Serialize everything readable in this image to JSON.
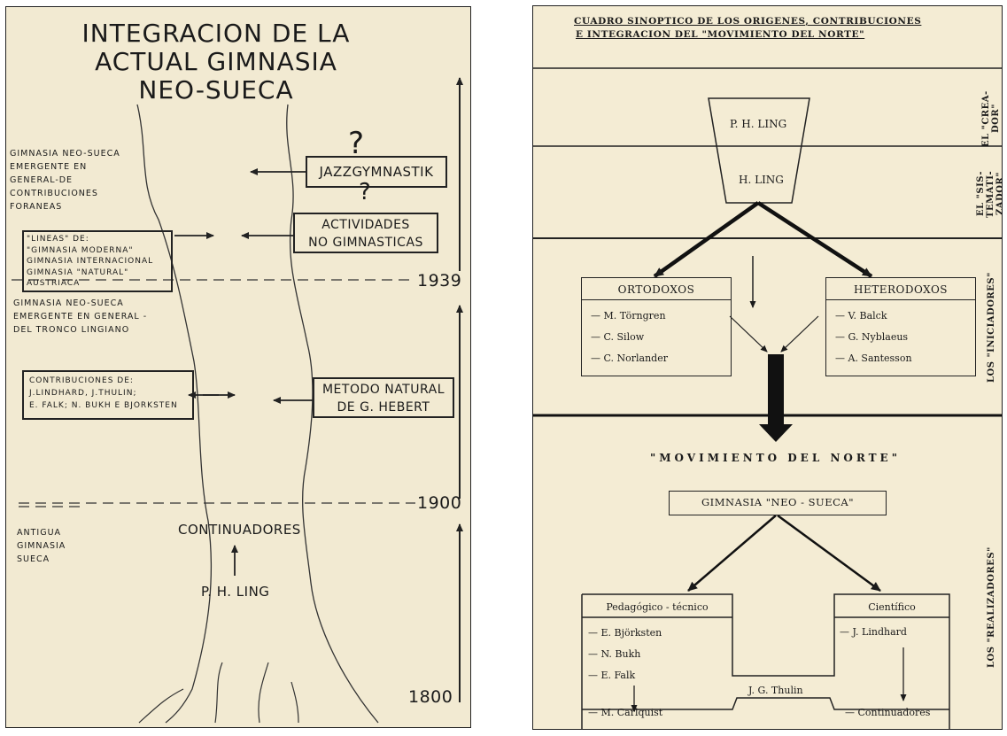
{
  "left": {
    "title": [
      "INTEGRACION DE LA",
      "ACTUAL GIMNASIA",
      "NEO-SUECA"
    ],
    "side_top": [
      "GIMNASIA NEO-SUECA",
      "EMERGENTE EN",
      "GENERAL-DE",
      "CONTRIBUCIONES",
      "FORANEAS"
    ],
    "box_lineas": [
      "\"LINEAS\" DE:",
      "\"GIMNASIA MODERNA\"",
      "GIMNASIA INTERNACIONAL",
      "GIMNASIA \"NATURAL\"",
      "AUSTRIACA"
    ],
    "side_mid": [
      "GIMNASIA NEO-SUECA",
      "EMERGENTE EN GENERAL -",
      "DEL TRONCO LINGIANO"
    ],
    "box_contrib": [
      "CONTRIBUCIONES DE:",
      "J.LINDHARD,    J.THULIN;",
      "E. FALK; N. BUKH   E BJORKSTEN"
    ],
    "side_bottom": [
      "ANTIGUA",
      "GIMNASIA",
      "SUECA"
    ],
    "jazz": "JAZZGYMNASTIK",
    "question": "?",
    "actividades": [
      "ACTIVIDADES",
      "NO GIMNASTICAS"
    ],
    "metodo": [
      "METODO NATURAL",
      "DE G. HEBERT"
    ],
    "continuadores": "CONTINUADORES",
    "ling": "P. H. LING",
    "years": {
      "y1939": "1939",
      "y1900": "1900",
      "y1800": "1800"
    }
  },
  "right": {
    "header": [
      "CUADRO SINOPTICO DE LOS ORIGENES, CONTRIBUCIONES",
      "E INTEGRACION DEL \"MOVIMIENTO DEL NORTE\""
    ],
    "creator_top": "P. H. LING",
    "creator_bottom": "H. LING",
    "ortodoxos": {
      "title": "ORTODOXOS",
      "items": [
        "— M. Törngren",
        "— C. Silow",
        "— C. Norlander"
      ]
    },
    "heterodoxos": {
      "title": "HETERODOXOS",
      "items": [
        "— V. Balck",
        "— G. Nyblaeus",
        "— A. Santesson"
      ]
    },
    "movimiento": "\"MOVIMIENTO DEL NORTE\"",
    "gimnasia": "GIMNASIA \"NEO - SUECA\"",
    "pedagogico": {
      "title": "Pedagógico - técnico",
      "items": [
        "— E. Björksten",
        "— N. Bukh",
        "— E. Falk"
      ],
      "bottom": "— M. Carlquist"
    },
    "cientifico": {
      "title": "Científico",
      "items": [
        "— J. Lindhard"
      ],
      "bottom": "— Continuadores"
    },
    "thulin": "J. G. Thulin",
    "side_labels": {
      "creador": [
        "EL \"CREA-",
        "DOR\""
      ],
      "sistematizador": [
        "EL \"SIS-",
        "TEMATI-",
        "ZADOR\""
      ],
      "iniciadores": "LOS \"INICIADORES\"",
      "realizadores": "LOS \"REALIZADORES\""
    }
  }
}
